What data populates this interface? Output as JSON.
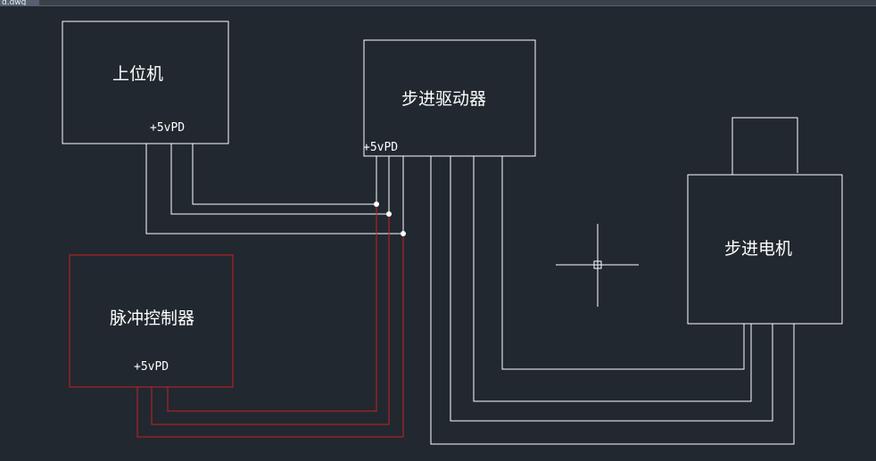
{
  "tab": {
    "label": "d.dwg"
  },
  "blocks": {
    "host": {
      "label": "上位机",
      "pins": "+5vPD"
    },
    "driver": {
      "label": "步进驱动器",
      "pins": "+5vPD"
    },
    "motor": {
      "label": "步进电机"
    },
    "pulse_controller": {
      "label": "脉冲控制器",
      "pins": "+5vPD"
    }
  },
  "colors": {
    "background": "#212830",
    "line": "#ffffff",
    "accent_red": "#cc1f1f"
  },
  "icons": [
    "crosshair-cursor-icon"
  ]
}
